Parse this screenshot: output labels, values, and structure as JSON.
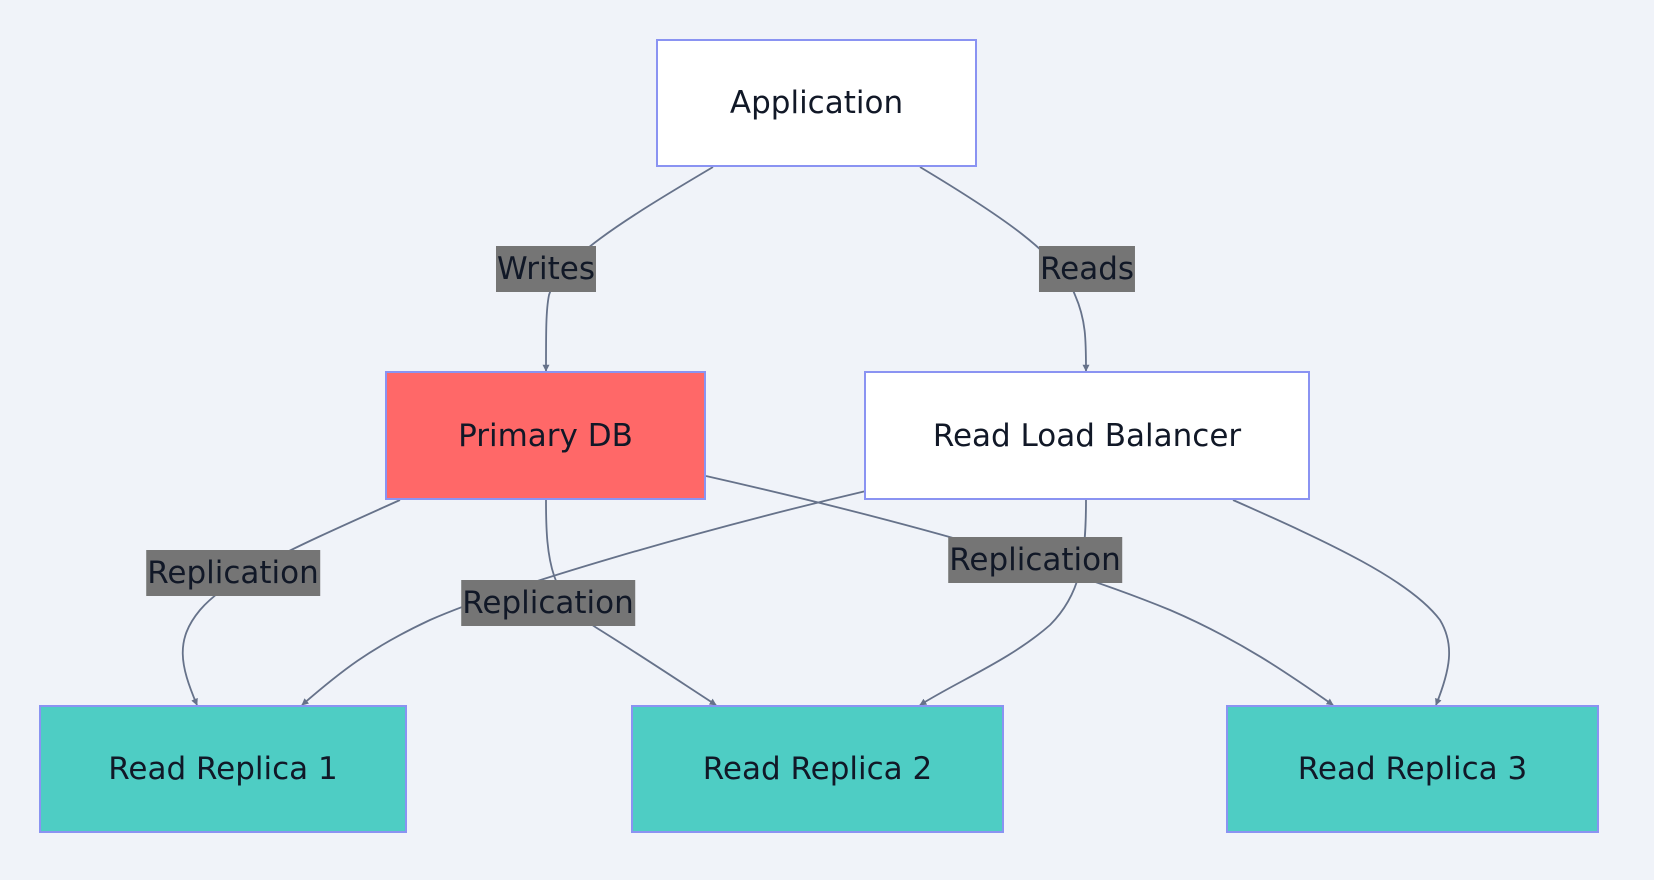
{
  "colors": {
    "background": "#f0f3f9",
    "node_border": "#8a93f2",
    "node_default_fill": "#ffffff",
    "primary_fill": "#ff6868",
    "replica_fill": "#4ecdc4",
    "edge_stroke": "#66728a",
    "label_bg": "#757575"
  },
  "nodes": {
    "application": {
      "label": "Application"
    },
    "primary_db": {
      "label": "Primary DB"
    },
    "read_lb": {
      "label": "Read Load Balancer"
    },
    "replica_1": {
      "label": "Read Replica 1"
    },
    "replica_2": {
      "label": "Read Replica 2"
    },
    "replica_3": {
      "label": "Read Replica 3"
    }
  },
  "edges": [
    {
      "from": "application",
      "to": "primary_db",
      "label": "Writes"
    },
    {
      "from": "application",
      "to": "read_lb",
      "label": "Reads"
    },
    {
      "from": "primary_db",
      "to": "replica_1",
      "label": "Replication"
    },
    {
      "from": "primary_db",
      "to": "replica_2",
      "label": "Replication"
    },
    {
      "from": "primary_db",
      "to": "replica_3",
      "label": "Replication"
    },
    {
      "from": "read_lb",
      "to": "replica_1",
      "label": ""
    },
    {
      "from": "read_lb",
      "to": "replica_2",
      "label": ""
    },
    {
      "from": "read_lb",
      "to": "replica_3",
      "label": ""
    }
  ]
}
